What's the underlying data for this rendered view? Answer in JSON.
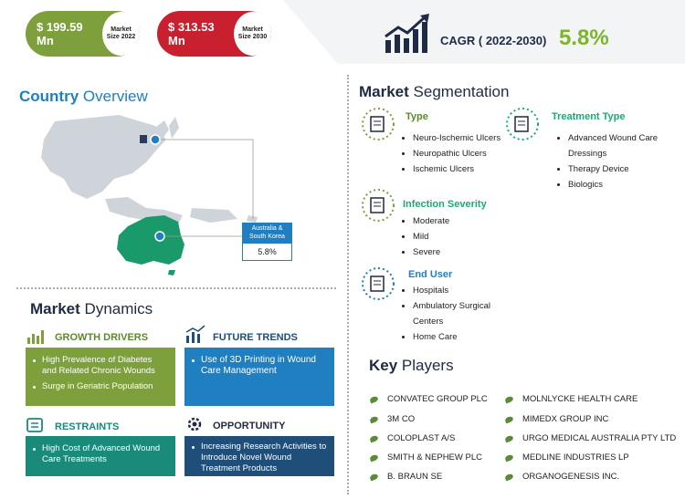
{
  "header": {
    "size_2022": {
      "value": "$ 199.59 Mn",
      "label_line1": "Market",
      "label_line2": "Size 2022",
      "color": "#7da03c"
    },
    "size_2030": {
      "value": "$ 313.53 Mn",
      "label_line1": "Market",
      "label_line2": "Size 2030",
      "color": "#c8202f"
    },
    "cagr": {
      "label": "CAGR ( 2022-2030)",
      "value": "5.8%"
    }
  },
  "country_overview": {
    "heading_bold": "Country",
    "heading_rest": " Overview",
    "callout_title_line1": "Australia &",
    "callout_title_line2": "South Korea",
    "callout_value": "5.8%"
  },
  "segmentation": {
    "heading_bold": "Market",
    "heading_rest": " Segmentation",
    "type": {
      "title": "Type",
      "items": [
        "Neuro-Ischemic Ulcers",
        "Neuropathic Ulcers",
        "Ischemic Ulcers"
      ]
    },
    "treatment": {
      "title": "Treatment Type",
      "items": [
        "Advanced Wound Care Dressings",
        "Therapy Device",
        "Biologics"
      ]
    },
    "infection": {
      "title": "Infection Severity",
      "items": [
        "Moderate",
        "Mild",
        "Severe"
      ]
    },
    "end_user": {
      "title": "End User",
      "items": [
        "Hospitals",
        "Ambulatory Surgical Centers",
        "Home Care"
      ]
    }
  },
  "dynamics": {
    "heading_bold": "Market",
    "heading_rest": " Dynamics",
    "growth": {
      "title": "GROWTH DRIVERS",
      "items": [
        "High Prevalence of Diabetes and Related Chronic Wounds",
        "Surge in Geriatric Population"
      ]
    },
    "trends": {
      "title": "FUTURE TRENDS",
      "items": [
        "Use of 3D Printing in Wound Care Management"
      ]
    },
    "restraints": {
      "title": "RESTRAINTS",
      "items": [
        "High Cost of Advanced Wound Care Treatments"
      ]
    },
    "opportunity": {
      "title": "OPPORTUNITY",
      "items": [
        "Increasing Research Activities to Introduce Novel Wound Treatment Products"
      ]
    }
  },
  "key_players": {
    "heading_bold": "Key",
    "heading_rest": " Players",
    "left": [
      "CONVATEC GROUP PLC",
      "3M CO",
      "COLOPLAST A/S",
      "SMITH & NEPHEW PLC",
      "B. BRAUN SE"
    ],
    "right": [
      "MOLNLYCKE HEALTH CARE",
      "MIMEDX GROUP INC",
      "URGO MEDICAL AUSTRALIA PTY LTD",
      "MEDLINE INDUSTRIES LP",
      "ORGANOGENESIS INC."
    ]
  },
  "colors": {
    "green": "#7da03c",
    "red": "#c8202f",
    "blue": "#1f7fc0",
    "teal": "#1a8a7a",
    "navy": "#1f4e79",
    "dark": "#1f2a44",
    "cagr_green": "#7db52a"
  },
  "icons": [
    "chart-icon",
    "trend-icon",
    "shield-icon",
    "gear-icon",
    "segment-icon",
    "leaf-icon"
  ]
}
